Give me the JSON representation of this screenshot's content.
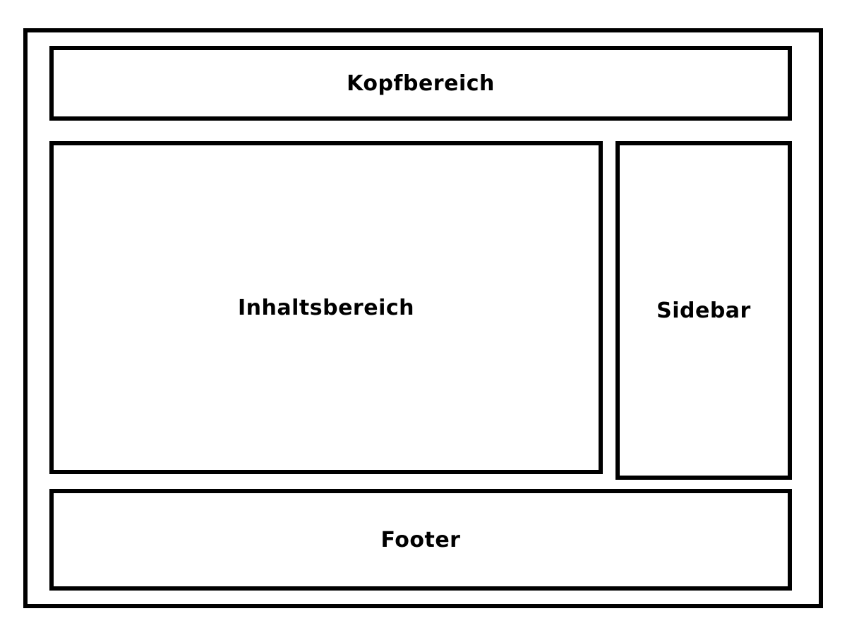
{
  "diagram": {
    "type": "wireframe-layout",
    "background_color": "#ffffff",
    "stroke_color": "#000000",
    "regions": {
      "header": {
        "label": "Kopfbereich"
      },
      "content": {
        "label": "Inhaltsbereich"
      },
      "sidebar": {
        "label": "Sidebar"
      },
      "footer": {
        "label": "Footer"
      }
    }
  }
}
